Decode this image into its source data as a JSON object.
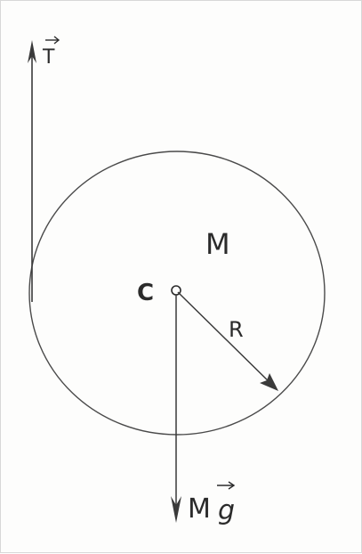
{
  "diagram": {
    "labels": {
      "tension": "T",
      "mass": "M",
      "center": "C",
      "radius": "R",
      "weight_prefix": "M",
      "weight_g": "g"
    },
    "colors": {
      "ink": "#2b2b2b",
      "paper": "#fdfdfc"
    }
  }
}
